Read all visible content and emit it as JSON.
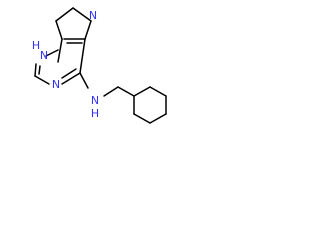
{
  "labels": {
    "n_imidazole_top": "N",
    "nh_ring": "H",
    "nh_ring_n": "N",
    "n_pyrimidine_bottom": "N",
    "nh_amine_n": "N",
    "nh_amine_h": "H"
  },
  "colors": {
    "bond": "#000000",
    "nitrogen": "#3333ff",
    "background": "#ffffff"
  }
}
